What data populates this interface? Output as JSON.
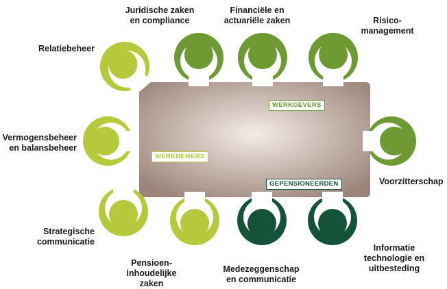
{
  "colors": {
    "light_green": "#b5c93a",
    "mid_green": "#6e9a34",
    "dark_green": "#14533a",
    "table_center": "#f5ece6",
    "table_edge": "#9b857b"
  },
  "table": {
    "groups": [
      {
        "key": "werkgevers",
        "label": "WERKGEVERS",
        "color": "#6e9a34"
      },
      {
        "key": "werknemers",
        "label": "WERKNEMERS",
        "color": "#b5c93a"
      },
      {
        "key": "gepensioneerden",
        "label": "GEPENSIONEERDEN",
        "color": "#14533a"
      }
    ]
  },
  "seats": [
    {
      "key": "juridische",
      "label": "Juridische zaken\nen compliance",
      "group": "werkgevers"
    },
    {
      "key": "financiele",
      "label": "Financiële en\nactuariële zaken",
      "group": "werkgevers"
    },
    {
      "key": "risico",
      "label": "Risico-\nmanagement",
      "group": "werkgevers"
    },
    {
      "key": "relatiebeheer",
      "label": "Relatiebeheer",
      "group": "werknemers"
    },
    {
      "key": "vermogensbeheer",
      "label": "Vermogensbeheer\nen balansbeheer",
      "group": "werknemers"
    },
    {
      "key": "voorzitterschap",
      "label": "Voorzitterschap",
      "group": "werkgevers"
    },
    {
      "key": "strategische",
      "label": "Strategische\ncommunicatie",
      "group": "werknemers"
    },
    {
      "key": "pensioeninhoud",
      "label": "Pensioen-\ninhoudelijke\nzaken",
      "group": "werknemers"
    },
    {
      "key": "medezeggenschap",
      "label": "Medezeggenschap\nen communicatie",
      "group": "gepensioneerden"
    },
    {
      "key": "informatie",
      "label": "Informatie\ntechnologie en\nuitbesteding",
      "group": "gepensioneerden"
    }
  ]
}
